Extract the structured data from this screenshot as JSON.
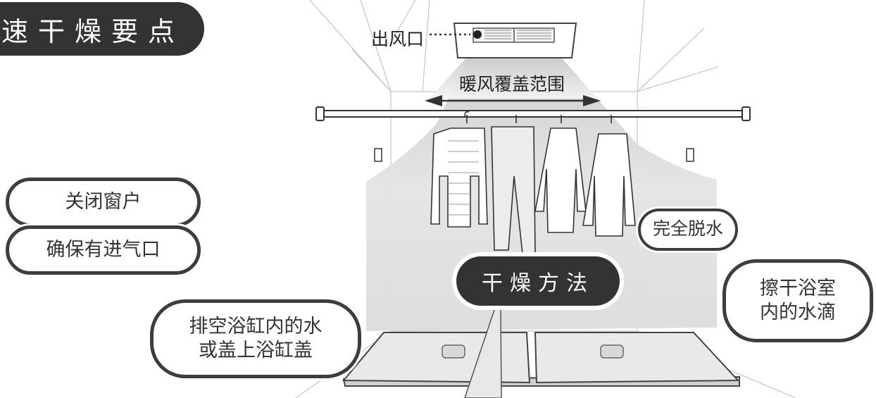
{
  "title": "速干燥要点",
  "labels": {
    "outlet": "出风口",
    "coverage": "暖风覆盖范围"
  },
  "tips": {
    "close_windows": "关闭窗户",
    "keep_air_inlet": "确保有进气口",
    "drain_tub_line1": "排空浴缸内的水",
    "drain_tub_line2": "或盖上浴缸盖",
    "spin_dry": "完全脱水",
    "wipe_line1": "擦干浴室",
    "wipe_line2": "内的水滴"
  },
  "center": {
    "method": "干燥方法"
  },
  "colors": {
    "dark": "#333333",
    "outline": "#3d3d3d",
    "wall_line": "#bfbfbf",
    "warm_air": "#d6d6d6"
  }
}
